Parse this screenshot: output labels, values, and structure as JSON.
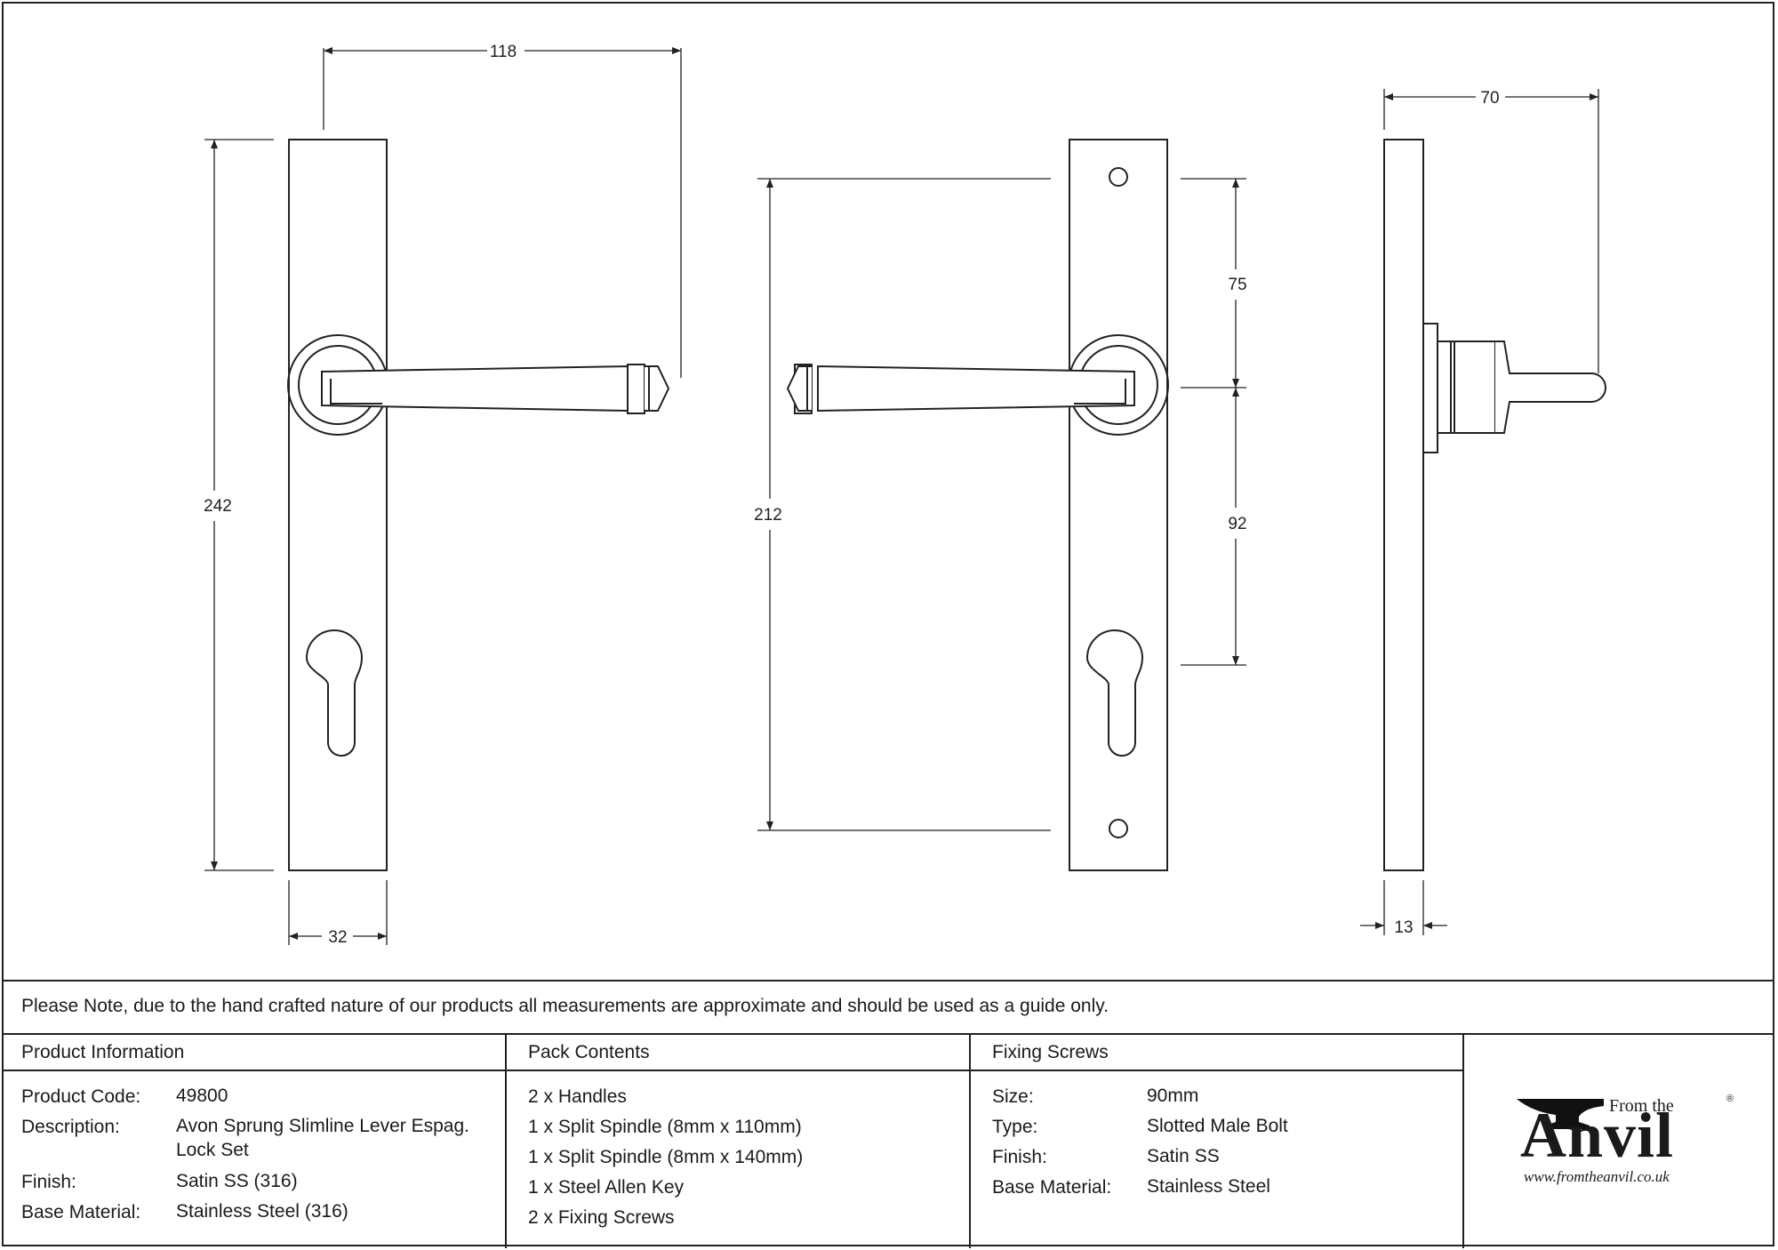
{
  "drawing": {
    "dims": {
      "front_width_total": "118",
      "front_height": "242",
      "front_plate_width": "32",
      "back_screw_centres": "212",
      "back_top_to_lever": "75",
      "back_lever_to_cylinder": "92",
      "side_projection": "70",
      "side_plate_thickness": "13"
    }
  },
  "note": "Please Note, due to the hand crafted nature of our products all measurements are approximate and should be used as a guide only.",
  "product_info": {
    "title": "Product Information",
    "rows": [
      {
        "label": "Product Code:",
        "value": "49800"
      },
      {
        "label": "Description:",
        "value": "Avon Sprung Slimline Lever Espag.",
        "value2": "Lock Set"
      },
      {
        "label": "Finish:",
        "value": "Satin SS (316)"
      },
      {
        "label": "Base Material:",
        "value": "Stainless Steel (316)"
      }
    ]
  },
  "pack_contents": {
    "title": "Pack Contents",
    "items": [
      "2 x Handles",
      "1 x Split Spindle (8mm x 110mm)",
      "1 x Split Spindle (8mm x 140mm)",
      "1 x Steel Allen Key",
      "2 x Fixing Screws"
    ]
  },
  "fixing_screws": {
    "title": "Fixing Screws",
    "rows": [
      {
        "label": "Size:",
        "value": "90mm"
      },
      {
        "label": "Type:",
        "value": "Slotted Male Bolt"
      },
      {
        "label": "Finish:",
        "value": "Satin SS"
      },
      {
        "label": "Base Material:",
        "value": "Stainless Steel"
      }
    ]
  },
  "logo": {
    "from": "From the",
    "brand": "Anvil",
    "reg": "®",
    "url": "www.fromtheanvil.co.uk"
  }
}
